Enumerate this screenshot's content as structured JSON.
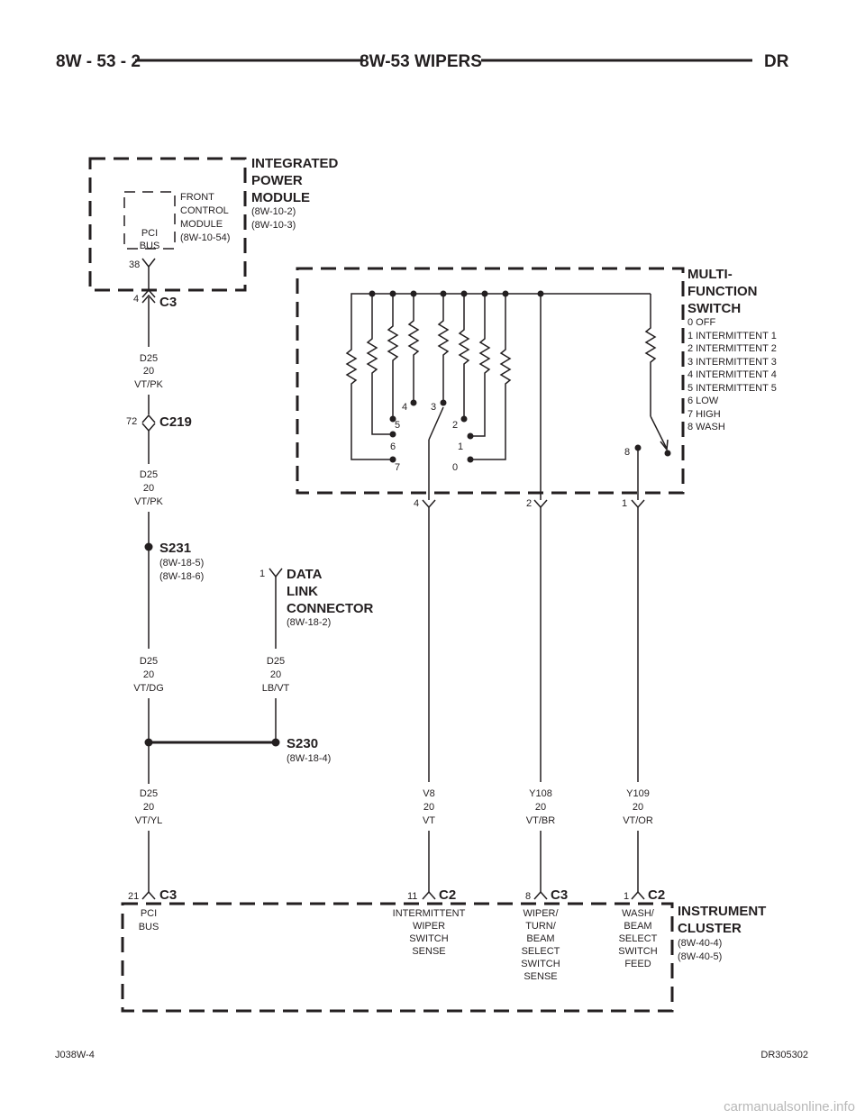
{
  "header": {
    "left": "8W - 53 - 2",
    "center": "8W-53 WIPERS",
    "right": "DR"
  },
  "ipm": {
    "title": [
      "INTEGRATED",
      "POWER",
      "MODULE"
    ],
    "refs": [
      "(8W-10-2)",
      "(8W-10-3)"
    ],
    "fcm_label": [
      "FRONT",
      "CONTROL",
      "MODULE",
      "(8W-10-54)"
    ],
    "pci_bus": [
      "PCI",
      "BUS"
    ],
    "pin": "38"
  },
  "connectors": {
    "c3_top": {
      "name": "C3",
      "pin": "4"
    },
    "c219": {
      "name": "C219",
      "pin": "72"
    },
    "mfs_pins": [
      "4",
      "2",
      "1"
    ],
    "dlc_pin": "1",
    "c3_bottom": {
      "name": "C3",
      "pin": "21"
    },
    "c2_intermittent": {
      "name": "C2",
      "pin": "11"
    },
    "c3_wiper": {
      "name": "C3",
      "pin": "8"
    },
    "c2_wash": {
      "name": "C2",
      "pin": "1"
    }
  },
  "wires": {
    "w1": [
      "D25",
      "20",
      "VT/PK"
    ],
    "w2": [
      "D25",
      "20",
      "VT/PK"
    ],
    "w3": [
      "D25",
      "20",
      "VT/DG"
    ],
    "w4": [
      "D25",
      "20",
      "LB/VT"
    ],
    "w5": [
      "D25",
      "20",
      "VT/YL"
    ],
    "w6": [
      "V8",
      "20",
      "VT"
    ],
    "w7": [
      "Y108",
      "20",
      "VT/BR"
    ],
    "w8": [
      "Y109",
      "20",
      "VT/OR"
    ]
  },
  "splices": {
    "s231": {
      "name": "S231",
      "refs": [
        "(8W-18-5)",
        "(8W-18-6)"
      ]
    },
    "s230": {
      "name": "S230",
      "refs": [
        "(8W-18-4)"
      ]
    }
  },
  "dlc": {
    "title": [
      "DATA",
      "LINK",
      "CONNECTOR"
    ],
    "ref": "(8W-18-2)"
  },
  "mfs": {
    "title": [
      "MULTI-",
      "FUNCTION",
      "SWITCH"
    ],
    "positions": [
      "0 OFF",
      "1 INTERMITTENT 1",
      "2 INTERMITTENT 2",
      "3 INTERMITTENT 3",
      "4 INTERMITTENT 4",
      "5 INTERMITTENT 5",
      "6 LOW",
      "7 HIGH",
      "8 WASH"
    ],
    "contact_numbers": {
      "c4": "4",
      "c3": "3",
      "c5": "5",
      "c2": "2",
      "c6": "6",
      "c1": "1",
      "c7": "7",
      "c0": "0",
      "c8": "8"
    }
  },
  "cluster": {
    "title": [
      "INSTRUMENT",
      "CLUSTER"
    ],
    "refs": [
      "(8W-40-4)",
      "(8W-40-5)"
    ],
    "pci_bus": [
      "PCI",
      "BUS"
    ],
    "intermittent": [
      "INTERMITTENT",
      "WIPER",
      "SWITCH",
      "SENSE"
    ],
    "wiper_turn": [
      "WIPER/",
      "TURN/",
      "BEAM",
      "SELECT",
      "SWITCH",
      "SENSE"
    ],
    "wash_beam": [
      "WASH/",
      "BEAM",
      "SELECT",
      "SWITCH",
      "FEED"
    ]
  },
  "footer": {
    "left": "J038W-4",
    "right": "DR305302"
  },
  "watermark": "carmanualsonline.info"
}
